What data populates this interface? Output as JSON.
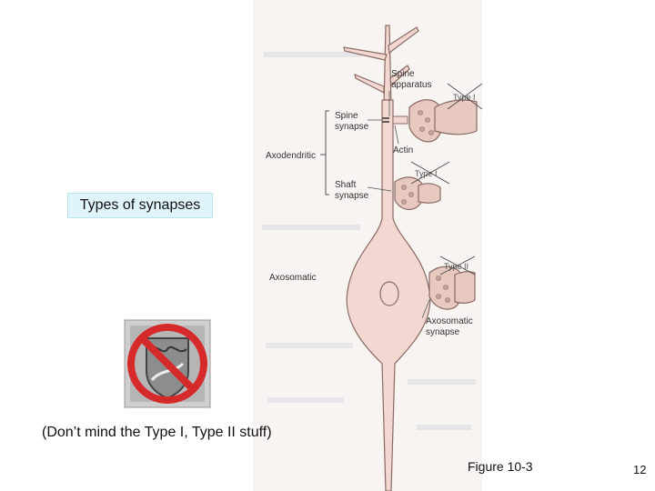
{
  "slide": {
    "callout": "Types of synapses",
    "note": "(Don’t mind the Type I, Type II stuff)",
    "figure_caption": "Figure 10-3",
    "page_number": "12"
  },
  "diagram": {
    "labels": {
      "spine_apparatus_line1": "Spine",
      "spine_apparatus_line2": "apparatus",
      "type_i_top": "Type I",
      "spine_synapse_line1": "Spine",
      "spine_synapse_line2": "synapse",
      "actin": "Actin",
      "axodendritic": "Axodendritic",
      "type_i_mid": "Type I",
      "shaft_synapse_line1": "Shaft",
      "shaft_synapse_line2": "synapse",
      "type_ii": "Type II",
      "axosomatic": "Axosomatic",
      "axosomatic_synapse_line1": "Axosomatic",
      "axosomatic_synapse_line2": "synapse"
    },
    "colors": {
      "neuron_fill": "#f2d8d0",
      "neuron_stroke": "#8a6a64",
      "terminal_fill": "#e8c9c0",
      "label_text": "#333333",
      "callout_bg": "#dff4fb",
      "prohibit_red": "#d62a2a"
    },
    "icon": "no-entry-sign-over-stamp-icon"
  }
}
